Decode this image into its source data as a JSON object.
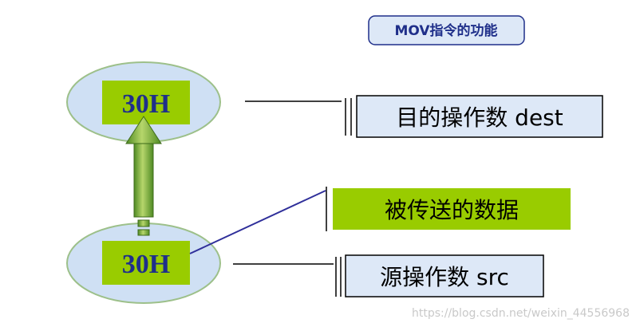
{
  "title": "MOV指令的功能",
  "dest": {
    "value": "30H",
    "label": "目的操作数 dest"
  },
  "src": {
    "value": "30H",
    "label": "源操作数 src"
  },
  "transfer_label": "被传送的数据",
  "watermark": "https://blog.csdn.net/weixin_44556968",
  "colors": {
    "ellipse_fill": "#cfe0f4",
    "ellipse_stroke": "#9dc08a",
    "value_box_fill": "#99cc00",
    "value_text": "#1f2f8a",
    "label_box_fill": "#dde8f7",
    "transfer_box_fill": "#99cc00",
    "arrow_fill": "#6aa133",
    "connector_line": "#2f2f9a"
  }
}
